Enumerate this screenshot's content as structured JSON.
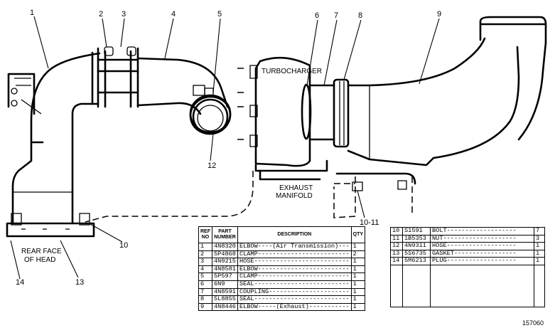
{
  "callouts": [
    "1",
    "2",
    "3",
    "4",
    "5",
    "6",
    "7",
    "8",
    "9",
    "10",
    "10-11",
    "12",
    "13",
    "14"
  ],
  "labels": {
    "turbocharger": "TURBOCHARGER",
    "exhaust_line1": "EXHAUST",
    "exhaust_line2": "MANIFOLD",
    "rear_face_line1": "REAR FACE",
    "rear_face_line2": "OF HEAD"
  },
  "parts_table": {
    "headers": {
      "ref_line1": "REF",
      "ref_line2": "NO",
      "part_line1": "PART",
      "part_line2": "NUMBER",
      "description": "DESCRIPTION",
      "qty": "QTY"
    },
    "rows": [
      {
        "ref": "1",
        "part": "4N8320",
        "desc": "ELBOW----(Air Transmission)---",
        "qty": "1"
      },
      {
        "ref": "2",
        "part": "5P4868",
        "desc": "CLAMP-------------------------",
        "qty": "2"
      },
      {
        "ref": "3",
        "part": "4N9215",
        "desc": "HOSE--------------------------",
        "qty": "1"
      },
      {
        "ref": "4",
        "part": "4N8581",
        "desc": "ELBOW-------------------------",
        "qty": "1"
      },
      {
        "ref": "5",
        "part": "5P597",
        "desc": "CLAMP-------------------------",
        "qty": "1"
      },
      {
        "ref": "6",
        "part": "6N9",
        "desc": "SEAL--------------------------",
        "qty": "1"
      },
      {
        "ref": "7",
        "part": "4N8591",
        "desc": "COUPLING----------------------",
        "qty": "1"
      },
      {
        "ref": "8",
        "part": "5L8855",
        "desc": "SEAL--------------------------",
        "qty": "1"
      },
      {
        "ref": "9",
        "part": "4N8446",
        "desc": "ELBOW-----(Exhaust)-----------",
        "qty": "1"
      }
    ]
  },
  "parts_table_2": {
    "rows": [
      {
        "ref": "10",
        "part": "S1591",
        "desc": "BOLT-------------------",
        "qty": "7"
      },
      {
        "ref": "11",
        "part": "1B5353",
        "desc": "NUT--------------------",
        "qty": "3"
      },
      {
        "ref": "12",
        "part": "4N9311",
        "desc": "HOSE-------------------",
        "qty": "1"
      },
      {
        "ref": "13",
        "part": "5S6735",
        "desc": "GASKET-----------------",
        "qty": "1"
      },
      {
        "ref": "14",
        "part": "5M6213",
        "desc": "PLUG-------------------",
        "qty": "1"
      }
    ]
  },
  "figure_number": "157060"
}
